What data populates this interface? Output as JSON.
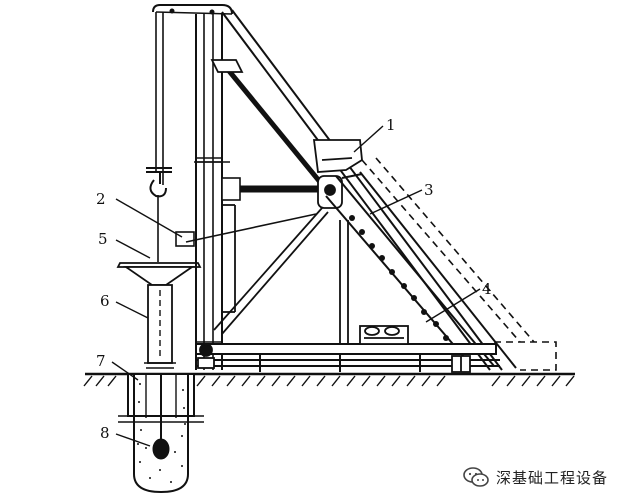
{
  "diagram": {
    "labels": [
      {
        "id": "label-1",
        "text": "1"
      },
      {
        "id": "label-2",
        "text": "2"
      },
      {
        "id": "label-3",
        "text": "3"
      },
      {
        "id": "label-4",
        "text": "4"
      },
      {
        "id": "label-5",
        "text": "5"
      },
      {
        "id": "label-6",
        "text": "6"
      },
      {
        "id": "label-7",
        "text": "7"
      },
      {
        "id": "label-8",
        "text": "8"
      }
    ],
    "colors": {
      "ink": "#111111",
      "background": "#ffffff"
    }
  },
  "watermark": {
    "text": "深基础工程设备",
    "icon": "wechat-icon"
  }
}
